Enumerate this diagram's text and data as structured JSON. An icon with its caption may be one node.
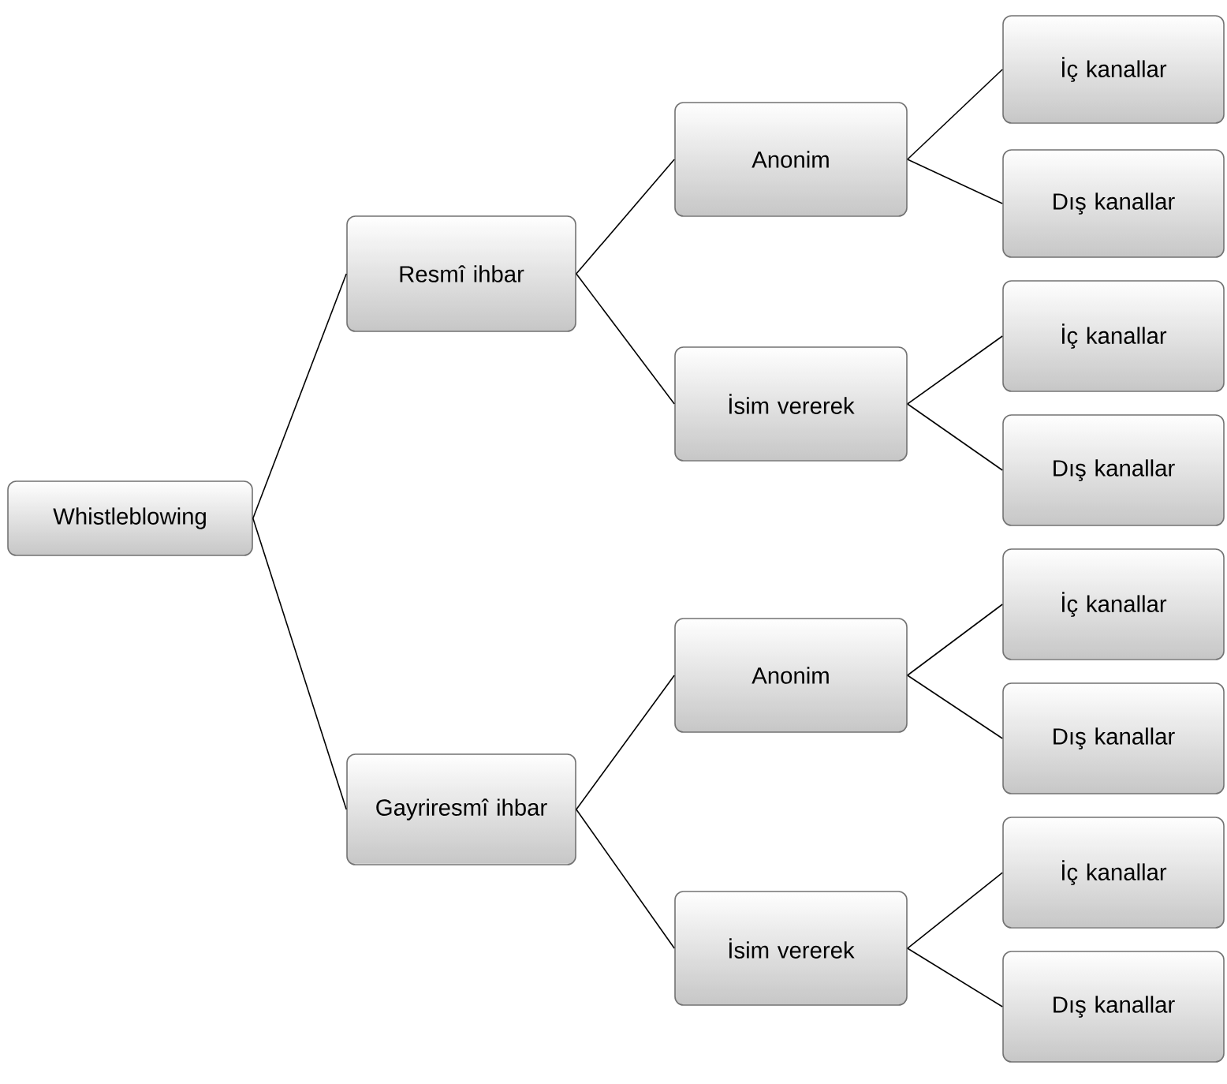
{
  "diagram": {
    "nodes": [
      {
        "text": [
          "Whistleblowing"
        ]
      },
      {
        "text": [
          "Resmî ihbar"
        ]
      },
      {
        "text": [
          "Anonim"
        ]
      },
      {
        "text": [
          "İç kanallar"
        ]
      },
      {
        "text": [
          "Dış kanallar"
        ]
      },
      {
        "text": [
          "İsim vererek"
        ]
      },
      {
        "text": [
          "İç kanallar"
        ]
      },
      {
        "text": [
          "Dış kanallar"
        ]
      },
      {
        "text": [
          "Gayriresmî ihbar"
        ]
      },
      {
        "text": [
          "Anonim"
        ]
      },
      {
        "text": [
          "İç kanallar"
        ]
      },
      {
        "text": [
          "Dış kanallar"
        ]
      },
      {
        "text": [
          "İsim vererek"
        ]
      },
      {
        "text": [
          "İç kanallar"
        ]
      },
      {
        "text": [
          "Dış kanallar"
        ]
      }
    ],
    "edges": [
      {
        "from": 0,
        "to": 1,
        "arrow": "none"
      },
      {
        "from": 1,
        "to": 2,
        "arrow": "none"
      },
      {
        "from": 2,
        "to": 3,
        "arrow": "none"
      },
      {
        "from": 2,
        "to": 4,
        "arrow": "none"
      },
      {
        "from": 1,
        "to": 5,
        "arrow": "none"
      },
      {
        "from": 5,
        "to": 6,
        "arrow": "none"
      },
      {
        "from": 5,
        "to": 7,
        "arrow": "none"
      },
      {
        "from": 0,
        "to": 8,
        "arrow": "none"
      },
      {
        "from": 8,
        "to": 9,
        "arrow": "none"
      },
      {
        "from": 9,
        "to": 10,
        "arrow": "none"
      },
      {
        "from": 9,
        "to": 11,
        "arrow": "none"
      },
      {
        "from": 8,
        "to": 12,
        "arrow": "none"
      },
      {
        "from": 12,
        "to": 13,
        "arrow": "none"
      },
      {
        "from": 12,
        "to": 14,
        "arrow": "none"
      }
    ]
  }
}
